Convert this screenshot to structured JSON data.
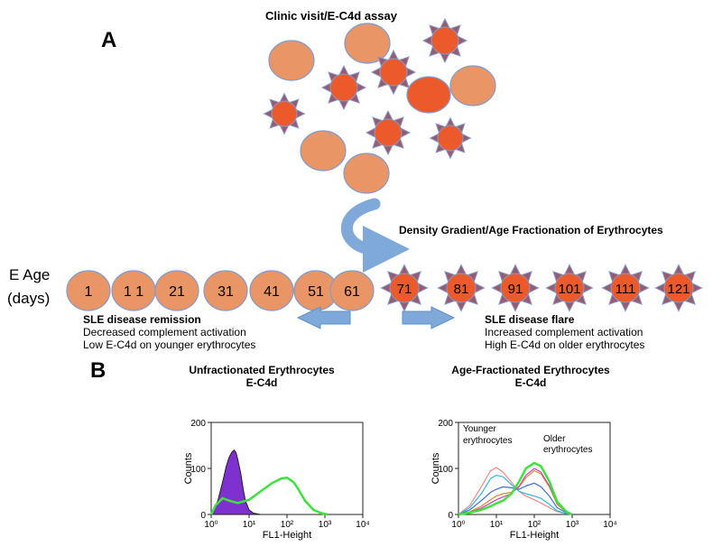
{
  "panel_a": {
    "label": "A",
    "title": "Clinic visit/E-C4d assay",
    "gradient_label": "Density Gradient/Age Fractionation of Erythrocytes",
    "axis_label_line1": "E Age",
    "axis_label_line2": "(days)",
    "cells_young": [
      "1",
      "1 1",
      "21",
      "31",
      "41",
      "51",
      "61"
    ],
    "cells_old": [
      "71",
      "81",
      "91",
      "101",
      "111",
      "121"
    ],
    "remission": {
      "title": "SLE disease remission",
      "line1": "Decreased complement activation",
      "line2": "Low E-C4d on younger erythrocytes"
    },
    "flare": {
      "title": "SLE disease flare",
      "line1": "Increased complement activation",
      "line2": "High E-C4d on older erythrocytes"
    }
  },
  "panel_b": {
    "label": "B",
    "left_title_line1": "Unfractionated Erythrocytes",
    "left_title_line2": "E-C4d",
    "right_title_line1": "Age-Fractionated Erythrocytes",
    "right_title_line2": "E-C4d",
    "younger_line1": "Younger",
    "younger_line2": "erythrocytes",
    "older_line1": "Older",
    "older_line2": "erythrocytes"
  },
  "colors": {
    "young_cell": "#e99566",
    "old_cell": "#ec5a2c",
    "spike": "#9a5a6e",
    "arrow": "#7fa9d8",
    "purple_fill": "#7f31cf",
    "green_line": "#3de33d"
  },
  "chart_data": [
    {
      "type": "area",
      "title": "Unfractionated Erythrocytes E-C4d",
      "xlabel": "FL1-Height",
      "ylabel": "Counts",
      "x_scale": "log",
      "xlim": [
        1,
        10000
      ],
      "ylim": [
        0,
        200
      ],
      "x_ticks": [
        "10⁰",
        "10¹",
        "10²",
        "10³",
        "10⁴"
      ],
      "y_ticks": [
        "0",
        "100",
        "200"
      ],
      "series": [
        {
          "x": [
            1,
            1.5,
            2,
            2.5,
            3,
            3.5,
            4,
            4.5,
            5,
            6,
            7,
            8,
            10,
            13,
            20
          ],
          "y": [
            0,
            30,
            70,
            105,
            125,
            135,
            140,
            135,
            120,
            90,
            55,
            30,
            10,
            3,
            0
          ]
        },
        {
          "x": [
            1,
            1.3,
            2,
            3,
            5,
            10,
            20,
            40,
            70,
            100,
            150,
            200,
            300,
            500,
            800,
            1200
          ],
          "y": [
            0,
            20,
            35,
            30,
            25,
            32,
            50,
            68,
            78,
            80,
            70,
            55,
            30,
            10,
            3,
            0
          ]
        }
      ]
    },
    {
      "type": "line",
      "title": "Age-Fractionated Erythrocytes E-C4d",
      "xlabel": "FL1-Height",
      "ylabel": "Counts",
      "x_scale": "log",
      "xlim": [
        1,
        10000
      ],
      "ylim": [
        0,
        200
      ],
      "x_ticks": [
        "10⁰",
        "10¹",
        "10²",
        "10³",
        "10⁴"
      ],
      "y_ticks": [
        "0",
        "100",
        "200"
      ],
      "series": [
        {
          "color": "#f08a8a",
          "x": [
            1,
            2,
            4,
            7,
            10,
            15,
            25,
            40,
            60,
            100,
            150,
            250,
            400,
            700,
            1000
          ],
          "y": [
            0,
            20,
            60,
            95,
            102,
            92,
            70,
            50,
            40,
            32,
            25,
            15,
            6,
            2,
            0
          ]
        },
        {
          "color": "#2fb5e0",
          "x": [
            1,
            2,
            4,
            7,
            10,
            15,
            25,
            40,
            60,
            100,
            150,
            250,
            400,
            700,
            1000
          ],
          "y": [
            0,
            15,
            45,
            78,
            85,
            82,
            65,
            50,
            45,
            40,
            35,
            22,
            8,
            2,
            0
          ]
        },
        {
          "color": "#3a6fd0",
          "x": [
            1,
            2,
            4,
            7,
            10,
            15,
            25,
            40,
            60,
            100,
            150,
            250,
            400,
            700,
            1000
          ],
          "y": [
            0,
            10,
            30,
            48,
            55,
            60,
            58,
            55,
            62,
            68,
            60,
            40,
            15,
            4,
            0
          ]
        },
        {
          "color": "#e08a30",
          "x": [
            1,
            2,
            4,
            7,
            10,
            15,
            25,
            40,
            60,
            100,
            150,
            250,
            400,
            700,
            1000
          ],
          "y": [
            0,
            6,
            18,
            32,
            40,
            45,
            48,
            60,
            80,
            95,
            88,
            60,
            22,
            5,
            0
          ]
        },
        {
          "color": "#d040c0",
          "x": [
            1,
            2,
            4,
            7,
            10,
            15,
            25,
            40,
            60,
            100,
            150,
            250,
            400,
            700,
            1000
          ],
          "y": [
            0,
            5,
            14,
            25,
            32,
            38,
            45,
            62,
            85,
            100,
            92,
            62,
            25,
            6,
            0
          ]
        },
        {
          "color": "#3de33d",
          "x": [
            1,
            2,
            4,
            7,
            10,
            15,
            25,
            40,
            60,
            100,
            150,
            250,
            400,
            700,
            1000
          ],
          "y": [
            0,
            4,
            10,
            18,
            24,
            30,
            45,
            72,
            100,
            112,
            105,
            72,
            28,
            6,
            0
          ]
        }
      ]
    }
  ]
}
